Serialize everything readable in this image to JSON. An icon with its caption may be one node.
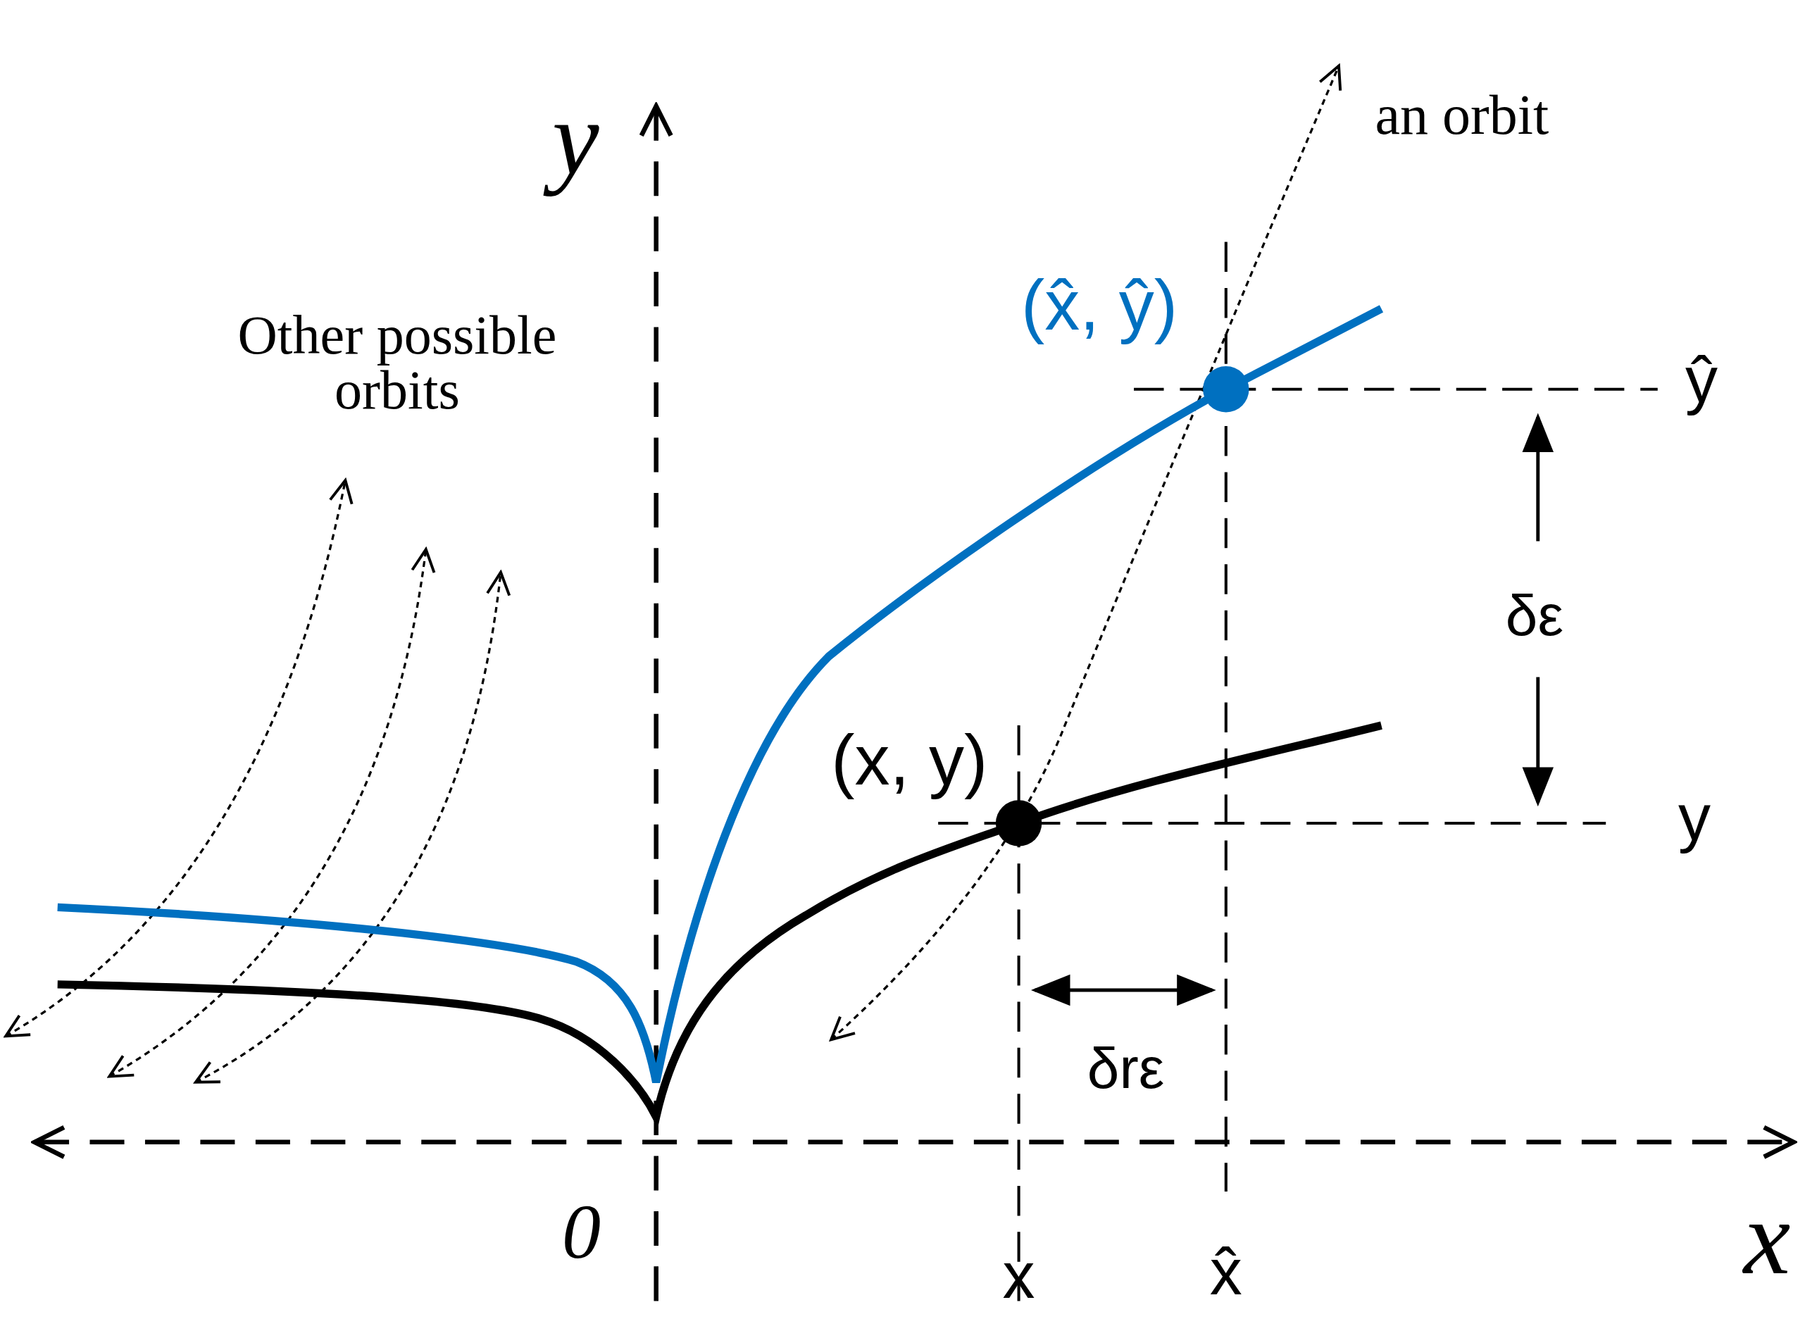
{
  "diagram": {
    "labels": [
      "y",
      "an orbit",
      "(x̂, ŷ)",
      "ŷ",
      "Other possible orbits",
      "δε",
      "(x, y)",
      "y",
      "δrε",
      "0",
      "x",
      "x",
      "x̂"
    ]
  }
}
